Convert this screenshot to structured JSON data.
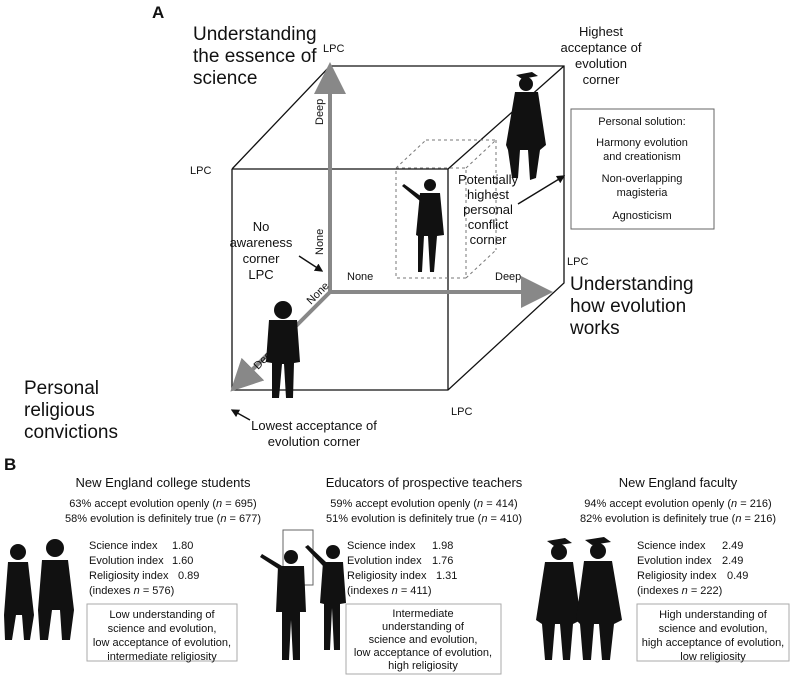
{
  "panelA": {
    "letter": "A",
    "understanding_science": [
      "Understanding",
      "the essence of",
      "science"
    ],
    "understanding_evolution": [
      "Understanding",
      "how evolution",
      "works"
    ],
    "religious_convictions": [
      "Personal",
      "religious",
      "convictions"
    ],
    "lpc": "LPC",
    "deep": "Deep",
    "none": "None",
    "highest_acceptance": [
      "Highest",
      "acceptance of",
      "evolution",
      "corner"
    ],
    "no_awareness": [
      "No",
      "awareness",
      "corner",
      "LPC"
    ],
    "conflict_corner": [
      "Potentially",
      "highest",
      "personal",
      "conflict",
      "corner"
    ],
    "lowest_acceptance": [
      "Lowest acceptance of",
      "evolution corner"
    ],
    "personal_solution": {
      "title": "Personal solution:",
      "items": [
        [
          "Harmony evolution",
          "and creationism"
        ],
        [
          "Non-overlapping",
          "magisteria"
        ],
        [
          "Agnosticism"
        ]
      ]
    }
  },
  "panelB": {
    "letter": "B",
    "groups": [
      {
        "title": "New England college students",
        "accept": [
          "63% accept evolution openly (",
          "n",
          " = 695)"
        ],
        "true": [
          "58% evolution is definitely true (",
          "n",
          " = 677)"
        ],
        "indices": [
          [
            "Science index",
            "1.80"
          ],
          [
            "Evolution index",
            "1.60"
          ],
          [
            "Religiosity index",
            "0.89"
          ]
        ],
        "n_line": [
          "(indexes ",
          "n",
          " = 576)"
        ],
        "summary": [
          "Low understanding of",
          "science and evolution,",
          "low acceptance of evolution,",
          "intermediate religiosity"
        ]
      },
      {
        "title": "Educators of prospective teachers",
        "accept": [
          "59% accept evolution openly (",
          "n",
          " = 414)"
        ],
        "true": [
          "51% evolution is definitely true (",
          "n",
          " = 410)"
        ],
        "indices": [
          [
            "Science index",
            "1.98"
          ],
          [
            "Evolution index",
            "1.76"
          ],
          [
            "Religiosity index",
            "1.31"
          ]
        ],
        "n_line": [
          "(indexes ",
          "n",
          " = 411)"
        ],
        "summary": [
          "Intermediate",
          "understanding of",
          "science and evolution,",
          "low acceptance of evolution,",
          "high religiosity"
        ]
      },
      {
        "title": "New England faculty",
        "accept": [
          "94% accept evolution openly (",
          "n",
          " = 216)"
        ],
        "true": [
          "82% evolution is definitely true (",
          "n",
          " = 216)"
        ],
        "indices": [
          [
            "Science index",
            "2.49"
          ],
          [
            "Evolution index",
            "2.49"
          ],
          [
            "Religiosity index",
            "0.49"
          ]
        ],
        "n_line": [
          "(indexes ",
          "n",
          " = 222)"
        ],
        "summary": [
          "High understanding of",
          "science and evolution,",
          "high acceptance of evolution,",
          "low religiosity"
        ]
      }
    ]
  }
}
